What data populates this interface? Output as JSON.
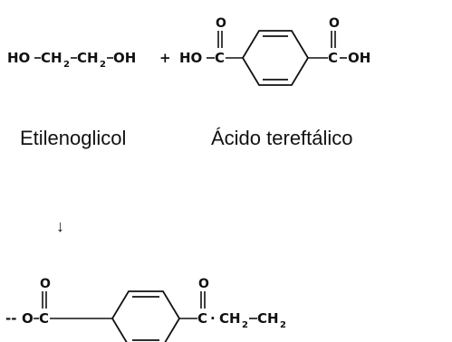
{
  "ethylene_glycol": {
    "ho": "HO",
    "ch2_a": "CH",
    "ch2_a_sub": "2",
    "ch2_b": "CH",
    "ch2_b_sub": "2",
    "oh": "OH"
  },
  "plus": "+",
  "terephthalic_acid": {
    "ho": "HO",
    "c_left": "C",
    "o_left": "O",
    "c_right": "C",
    "o_right": "O",
    "oh": "OH"
  },
  "captions": {
    "ethylene_glycol": "Etilenoglicol",
    "terephthalic_acid": "Ácido tereftálico"
  },
  "arrow": "↓",
  "polymer": {
    "lead_dash": "--",
    "o": "O",
    "c_left": "C",
    "o_left": "O",
    "c_right": "C",
    "o_right": "O",
    "dot": "·",
    "ch2_a": "CH",
    "ch2_a_sub": "2",
    "ch2_b": "CH",
    "ch2_b_sub": "2"
  },
  "colors": {
    "ink": "#111111",
    "background": "#ffffff"
  }
}
